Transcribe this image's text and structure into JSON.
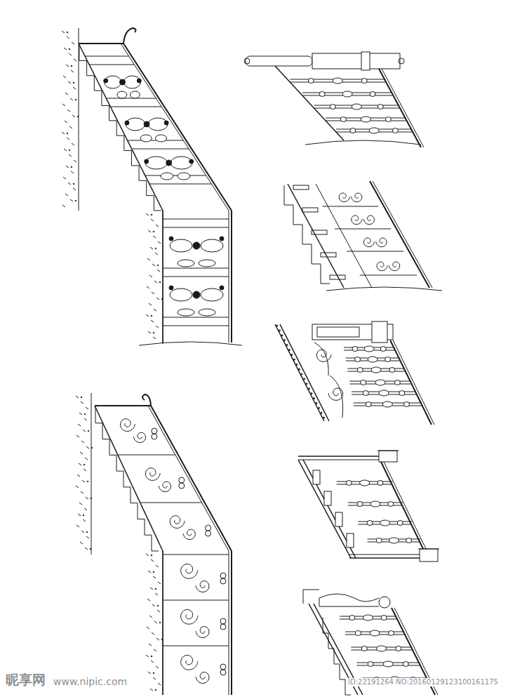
{
  "diagram": {
    "labels": [
      "昵享网",
      "www.nipic.com",
      "ID:22191264 NO:20160129123100161175"
    ]
  }
}
